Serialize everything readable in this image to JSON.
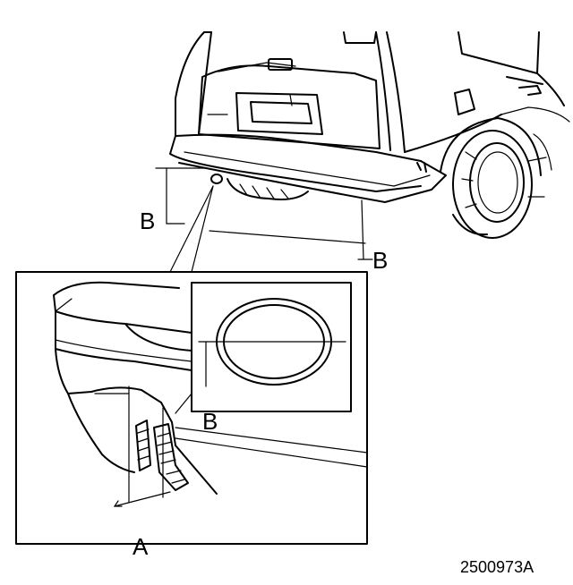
{
  "labels": {
    "b_left": "B",
    "b_right": "B",
    "b_detail": "B",
    "a_bottom": "A"
  },
  "figure_code": "2500973A",
  "colors": {
    "ink": "#000000",
    "background": "#ffffff"
  }
}
